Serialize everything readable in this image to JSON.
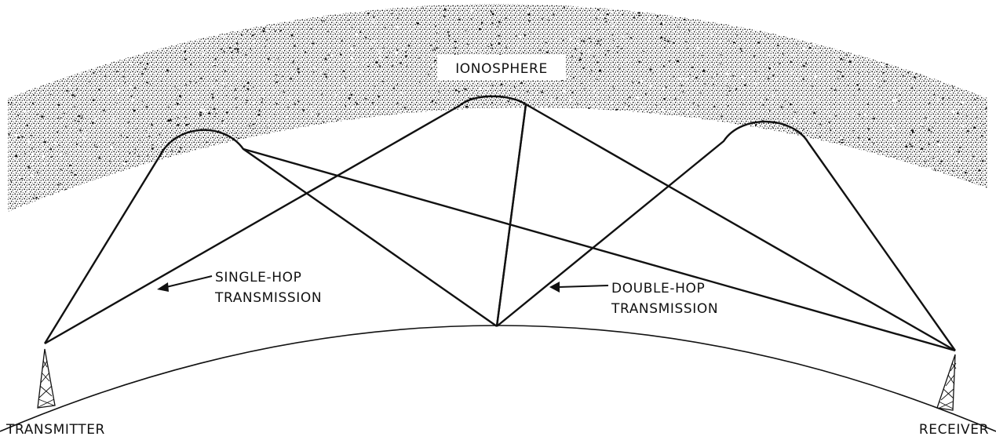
{
  "labels": {
    "ionosphere": "IONOSPHERE",
    "single_hop_line1": "SINGLE-HOP",
    "single_hop_line2": "TRANSMISSION",
    "double_hop_line1": "DOUBLE-HOP",
    "double_hop_line2": "TRANSMISSION",
    "transmitter": "TRANSMITTER",
    "receiver": "RECEIVER"
  },
  "colors": {
    "ink": "#111111",
    "background": "#ffffff"
  },
  "icons": {
    "transmitter_tower": "lattice-antenna-tower",
    "receiver_tower": "lattice-antenna-tower"
  }
}
